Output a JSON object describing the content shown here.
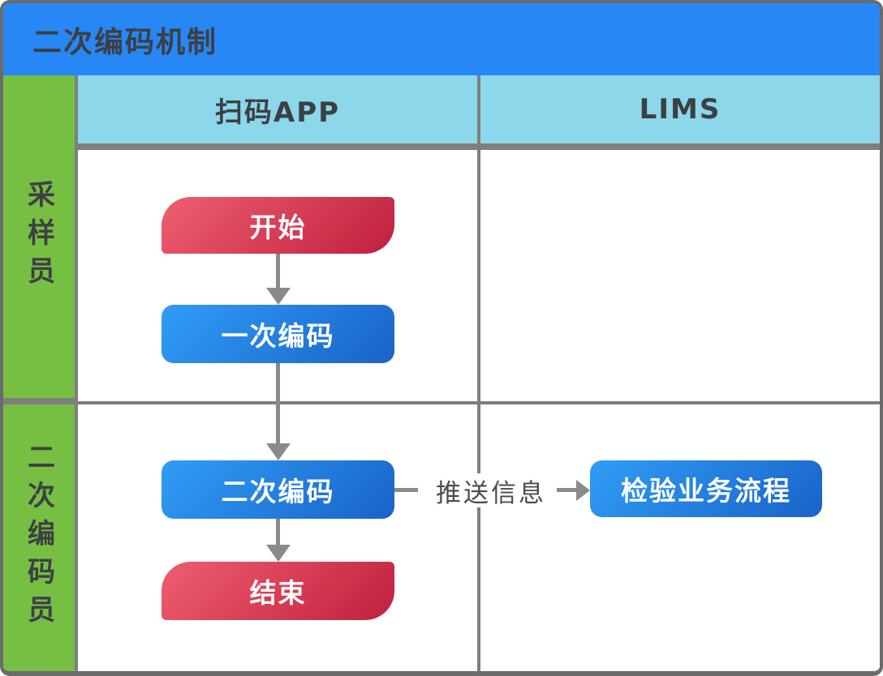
{
  "header": {
    "title": "二次编码机制"
  },
  "swimlanes": {
    "rows": [
      {
        "label": "采样员"
      },
      {
        "label": "二次编码员"
      }
    ],
    "columns": [
      {
        "label": "扫码APP"
      },
      {
        "label": "LIMS"
      }
    ]
  },
  "flow": {
    "nodes": [
      {
        "id": "start",
        "label": "开始",
        "shape": "terminal",
        "color": "red"
      },
      {
        "id": "primary-encoding",
        "label": "一次编码",
        "shape": "process",
        "color": "blue"
      },
      {
        "id": "secondary-encoding",
        "label": "二次编码",
        "shape": "process",
        "color": "blue"
      },
      {
        "id": "end",
        "label": "结束",
        "shape": "terminal",
        "color": "red"
      },
      {
        "id": "inspection-business-process",
        "label": "检验业务流程",
        "shape": "process",
        "color": "blue"
      }
    ],
    "edges": [
      {
        "from": "start",
        "to": "primary-encoding",
        "label": ""
      },
      {
        "from": "primary-encoding",
        "to": "secondary-encoding",
        "label": ""
      },
      {
        "from": "secondary-encoding",
        "to": "end",
        "label": ""
      },
      {
        "from": "secondary-encoding",
        "to": "inspection-business-process",
        "label": "推送信息"
      }
    ]
  },
  "colors": {
    "title_bar": "#2787f5",
    "lane_green": "#76bf43",
    "column_header_blue": "#8cd7ea",
    "grid_gray": "#7d7f7e",
    "frame_border": "#696b6d",
    "node_red_gradient": [
      "#ee5f70",
      "#c01f3e"
    ],
    "node_blue_gradient": [
      "#309df5",
      "#1963c8"
    ],
    "arrow_gray": "#8a8a8a",
    "dark_text": "#3c4043",
    "node_text": "#ffffff"
  }
}
